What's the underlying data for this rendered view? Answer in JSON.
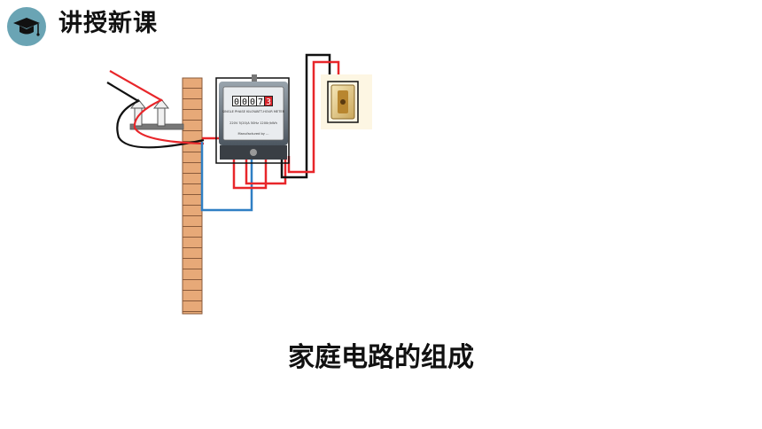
{
  "header": {
    "title": "讲授新课",
    "icon": "graduation-cap-icon"
  },
  "meter": {
    "reading": [
      "0",
      "0",
      "0",
      "7",
      "3"
    ],
    "label_line1": "SINGLE PHASE KILOWATT-HOUR METER",
    "label_line2": "220V  5(20)A  50Hz  1200r/kWh",
    "label_line3": "Manufactured by ..."
  },
  "caption": "家庭电路的组成",
  "colors": {
    "live_wire": "#e8262a",
    "neutral_wire": "#2f7fc4",
    "black_wire": "#111111",
    "brick": "#e7a978",
    "icon_bg": "#6aa4b4"
  }
}
